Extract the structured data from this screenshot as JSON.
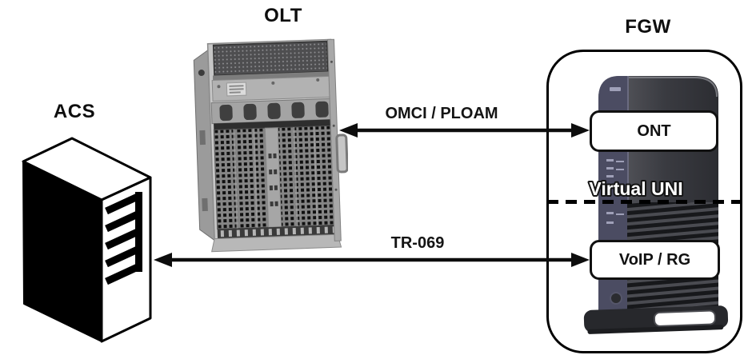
{
  "nodes": {
    "acs": {
      "label": "ACS",
      "type": "server"
    },
    "olt": {
      "label": "OLT",
      "type": "chassis"
    },
    "fgw": {
      "label": "FGW",
      "type": "gateway-group",
      "ont": {
        "label": "ONT"
      },
      "virtual_uni": {
        "label": "Virtual UNI"
      },
      "voip_rg": {
        "label": "VoIP / RG"
      }
    }
  },
  "links": [
    {
      "id": "omci-ploam",
      "label": "OMCI / PLOAM",
      "from": "olt",
      "to": "fgw.ont",
      "bidirectional": true
    },
    {
      "id": "tr-069",
      "label": "TR-069",
      "from": "acs",
      "to": "fgw.voip_rg",
      "bidirectional": true
    }
  ],
  "colors": {
    "background": "#ffffff",
    "line": "#0d0d0d",
    "box_border": "#111111",
    "box_fill": "#ffffff",
    "virtual_uni_text": "#ffffff",
    "virtual_uni_outline": "#141414",
    "device_body": "#3a3b41",
    "device_strip": "#4b4c62",
    "chassis_gray": "#c6c6c6"
  }
}
